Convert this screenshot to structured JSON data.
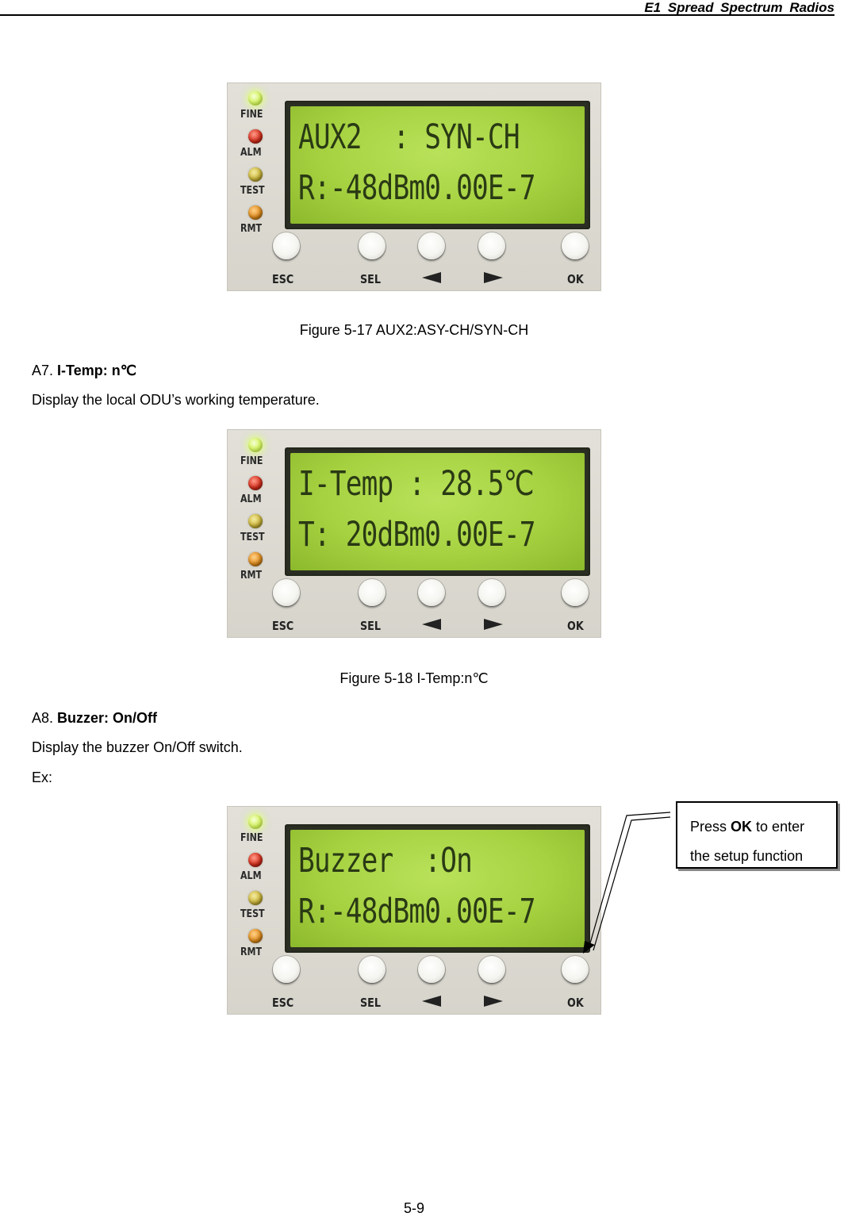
{
  "header": {
    "title": "E1 Spread Spectrum Radios"
  },
  "panels": [
    {
      "line1": "AUX2  : SYN-CH",
      "line2": "R:-48dBm0.00E-7"
    },
    {
      "line1": "I-Temp : 28.5℃",
      "line2": "T: 20dBm0.00E-7"
    },
    {
      "line1": "Buzzer  :On",
      "line2": "R:-48dBm0.00E-7"
    }
  ],
  "device": {
    "leds": [
      "FINE",
      "ALM",
      "TEST",
      "RMT"
    ],
    "buttons": {
      "esc": "ESC",
      "sel": "SEL",
      "ok": "OK"
    },
    "led_colors": {
      "fine": "#d9f56e",
      "alm": "#d9301d",
      "test": "#cfb93a",
      "rmt": "#e48f1e"
    },
    "lcd_color": "#a6d241"
  },
  "figure_5_17": {
    "caption": "Figure 5-17 AUX2:ASY-CH/SYN-CH"
  },
  "section_a7": {
    "prefix": "A7.",
    "title": "I-Temp: n℃",
    "description": "Display the local ODU’s working temperature."
  },
  "figure_5_18": {
    "caption": "Figure 5-18 I-Temp:n℃"
  },
  "section_a8": {
    "prefix": "A8.",
    "title": "Buzzer: On/Off",
    "description": "Display the buzzer On/Off switch.",
    "example": "Ex:"
  },
  "callout": {
    "press": "Press",
    "key": "OK",
    "rest": "to enter",
    "line2": "the setup function"
  },
  "footer": {
    "page_number": "5-9"
  }
}
